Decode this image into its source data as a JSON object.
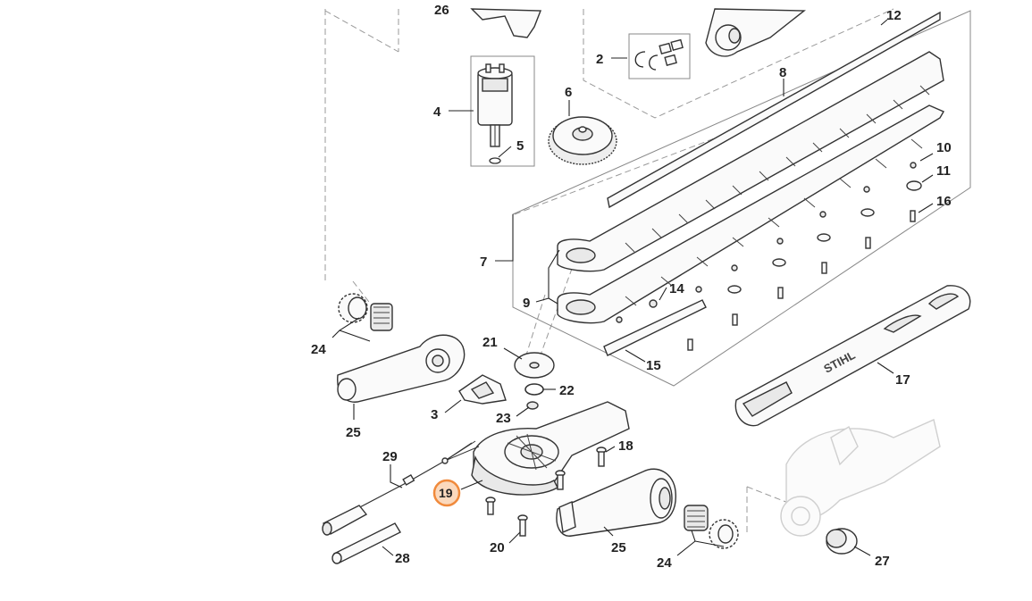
{
  "diagram": {
    "labels": {
      "p2": "2",
      "p3": "3",
      "p4": "4",
      "p5": "5",
      "p6": "6",
      "p7": "7",
      "p8": "8",
      "p9": "9",
      "p10": "10",
      "p11": "11",
      "p12": "12",
      "p14": "14",
      "p15": "15",
      "p16": "16",
      "p17": "17",
      "p18": "18",
      "p19": "19",
      "p20": "20",
      "p21": "21",
      "p22": "22",
      "p23": "23",
      "p24a": "24",
      "p24b": "24",
      "p25a": "25",
      "p25b": "25",
      "p26": "26",
      "p27": "27",
      "p28": "28",
      "p29": "29"
    },
    "brand_text": "STIHL",
    "highlight_color": "#f08a3c"
  }
}
